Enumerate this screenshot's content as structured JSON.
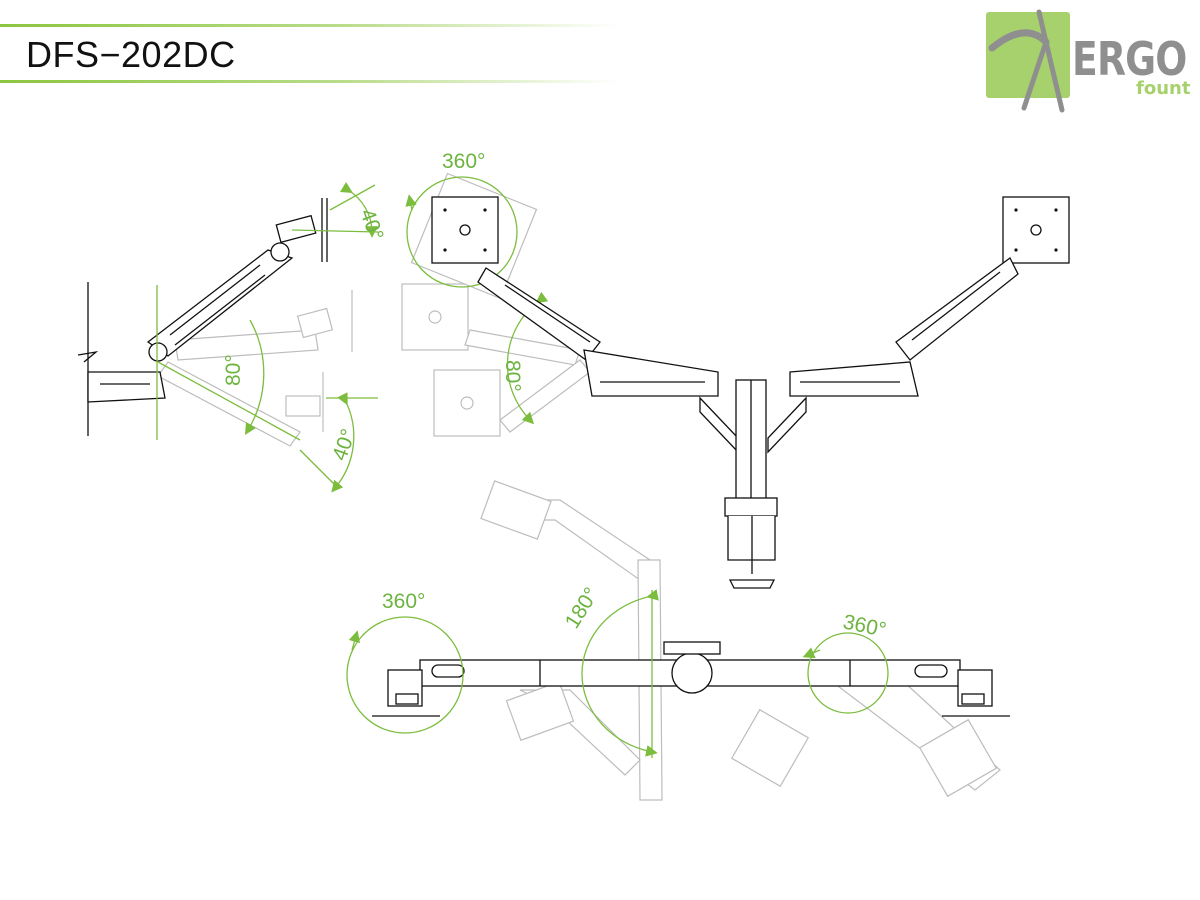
{
  "header": {
    "title": "DFS−202DC"
  },
  "logo": {
    "word": "ERGO",
    "sub": "fount",
    "brand_color": "#a6d16c",
    "text_color": "#8f8f8f"
  },
  "annotations": {
    "side_tilt_up": "40°",
    "side_swivel": "80°",
    "side_tilt_down": "40°",
    "front_rotate": "360°",
    "front_swivel": "80°",
    "top_rotate_left": "360°",
    "top_arm_swing": "180°",
    "top_rotate_right": "360°"
  },
  "colors": {
    "accent": "#7cbd3e",
    "line": "#111111",
    "ghost": "#bdbdbd"
  }
}
